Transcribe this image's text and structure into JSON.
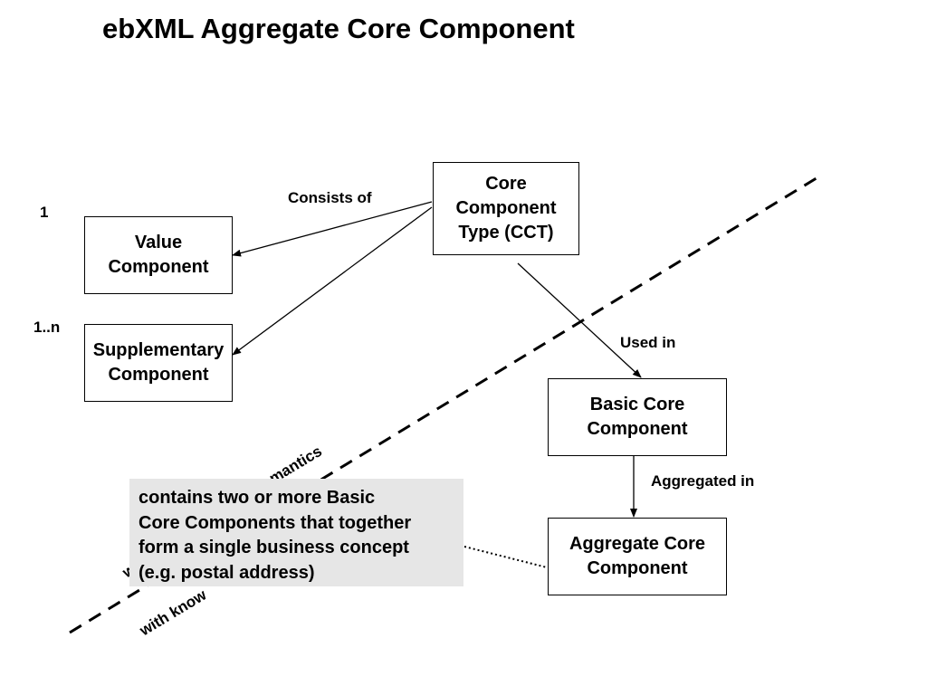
{
  "title": "ebXML Aggregate Core Component",
  "nodes": {
    "cct": "Core\nComponent\nType (CCT)",
    "value": "Value\nComponent",
    "supplementary": "Supplementary\nComponent",
    "bcc": "Basic Core\nComponent",
    "acc": "Aggregate Core\nComponent"
  },
  "edges": {
    "consists_of": "Consists of",
    "used_in": "Used in",
    "aggregated_in": "Aggregated in"
  },
  "multiplicity": {
    "value": "1",
    "supplementary": "1..n"
  },
  "divider_labels": {
    "upper_visible": "mantics",
    "lower_left_visible": "w",
    "lower_visible": "with know"
  },
  "note": "contains two or more Basic\nCore Components that together\nform a single business concept\n(e.g. postal address)"
}
